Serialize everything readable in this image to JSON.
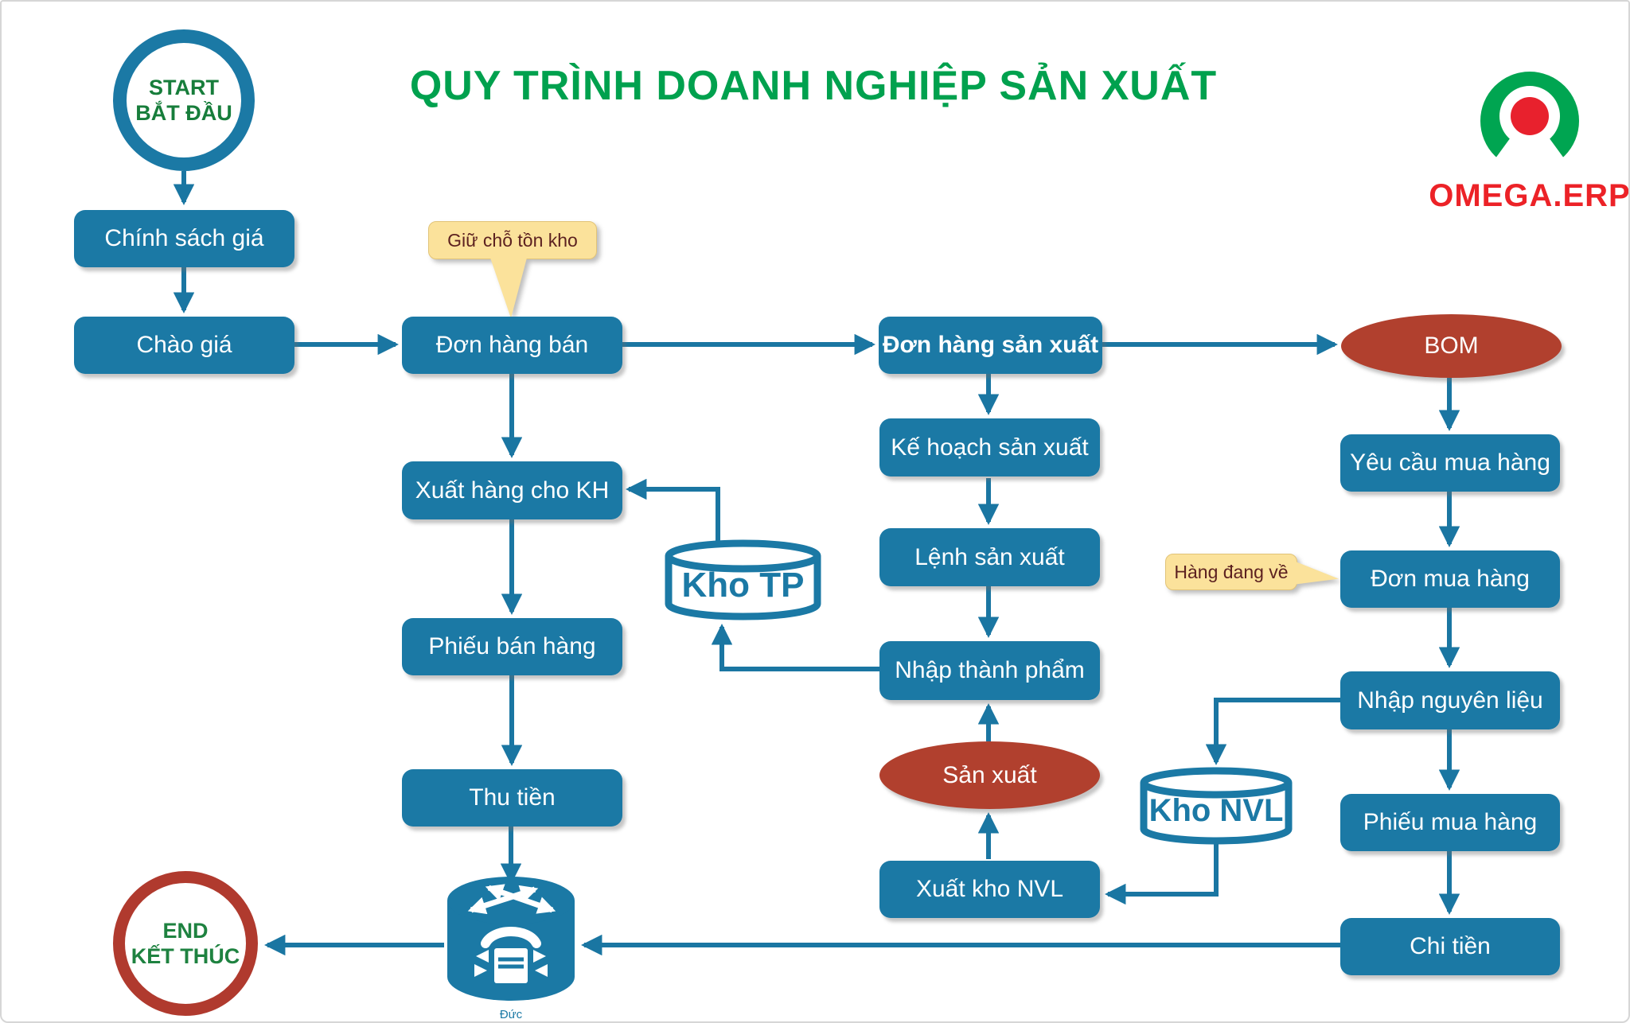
{
  "title": "QUY TRÌNH DOANH NGHIỆP SẢN XUẤT",
  "logo": {
    "text": "OMEGA.ERP"
  },
  "start": {
    "line1": "START",
    "line2": "BẮT ĐẦU"
  },
  "end": {
    "line1": "END",
    "line2": "KẾT THÚC"
  },
  "callouts": {
    "reserve_stock": "Giữ chỗ tồn kho",
    "goods_incoming": "Hàng đang về"
  },
  "nodes": {
    "chinh_sach_gia": {
      "label": "Chính sách giá"
    },
    "chao_gia": {
      "label": "Chào giá"
    },
    "don_hang_ban": {
      "label": "Đơn hàng bán"
    },
    "don_hang_san_xuat": {
      "label": "Đơn hàng sản xuất"
    },
    "bom": {
      "label": "BOM"
    },
    "ke_hoach_san_xuat": {
      "label": "Kế hoạch sản xuất"
    },
    "lenh_san_xuat": {
      "label": "Lệnh sản xuất"
    },
    "nhap_thanh_pham": {
      "label": "Nhập thành phẩm"
    },
    "xuat_hang_cho_kh": {
      "label": "Xuất hàng cho KH"
    },
    "phieu_ban_hang": {
      "label": "Phiếu bán hàng"
    },
    "thu_tien": {
      "label": "Thu tiền"
    },
    "yeu_cau_mua_hang": {
      "label": "Yêu cầu mua hàng"
    },
    "don_mua_hang": {
      "label": "Đơn mua hàng"
    },
    "nhap_nguyen_lieu": {
      "label": "Nhập nguyên liệu"
    },
    "phieu_mua_hang": {
      "label": "Phiếu mua hàng"
    },
    "chi_tien": {
      "label": "Chi tiền"
    },
    "san_xuat": {
      "label": "Sản xuất"
    },
    "kho_tp": {
      "label": "Kho TP"
    },
    "kho_nvl": {
      "label": "Kho NVL"
    },
    "xuat_kho_nvl": {
      "label": "Xuất kho NVL"
    }
  },
  "router": {
    "label": "Đức"
  },
  "colors": {
    "node_blue": "#1B79A5",
    "arrow_blue": "#1A76A2",
    "ellipse_red": "#B1402E",
    "end_ring_red": "#B03A2E",
    "title_green": "#00A14E",
    "terminal_text_green": "#177D3B",
    "callout_bg": "#FBE29B",
    "callout_text": "#5C2120",
    "logo_red": "#EC2227",
    "logo_green": "#00A551"
  }
}
